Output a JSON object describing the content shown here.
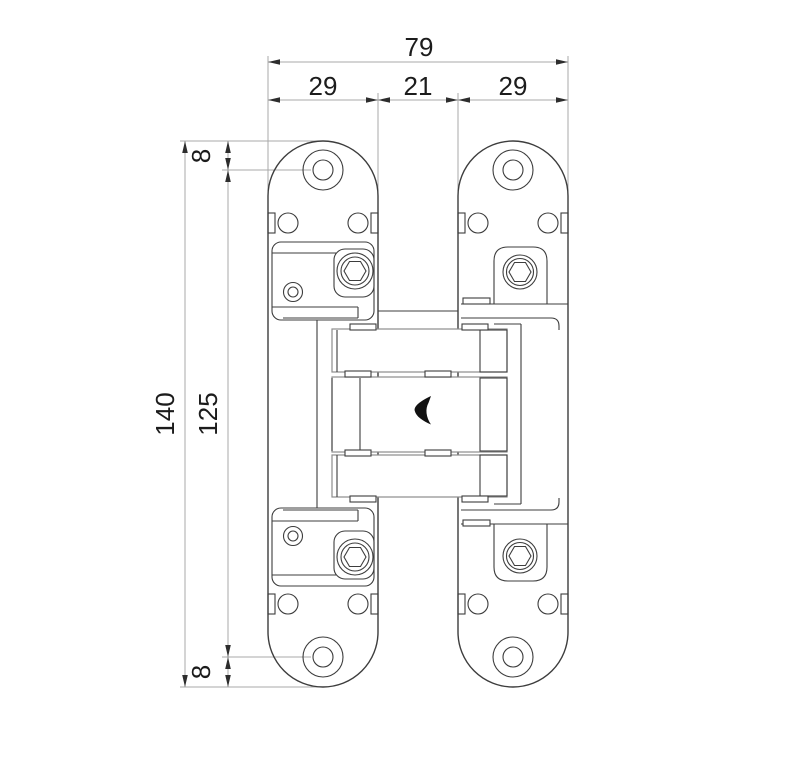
{
  "drawing": {
    "type": "technical-drawing",
    "subject": "concealed door hinge front elevation",
    "colors": {
      "part_line": "#3d3d3d",
      "secondary_line": "#8d8d8d",
      "dimension_line": "#a8a8a8",
      "text": "#1c1c1c",
      "background": "#ffffff",
      "orientation_mark": "#111111"
    },
    "dimensions": {
      "total_width": "79",
      "left_leaf_width": "29",
      "center_gap_width": "21",
      "right_leaf_width": "29",
      "total_height": "140",
      "hole_spacing": "125",
      "top_hole_offset": "8",
      "bottom_hole_offset": "8"
    },
    "marks": {
      "orientation_mark": "left-chevron"
    }
  }
}
